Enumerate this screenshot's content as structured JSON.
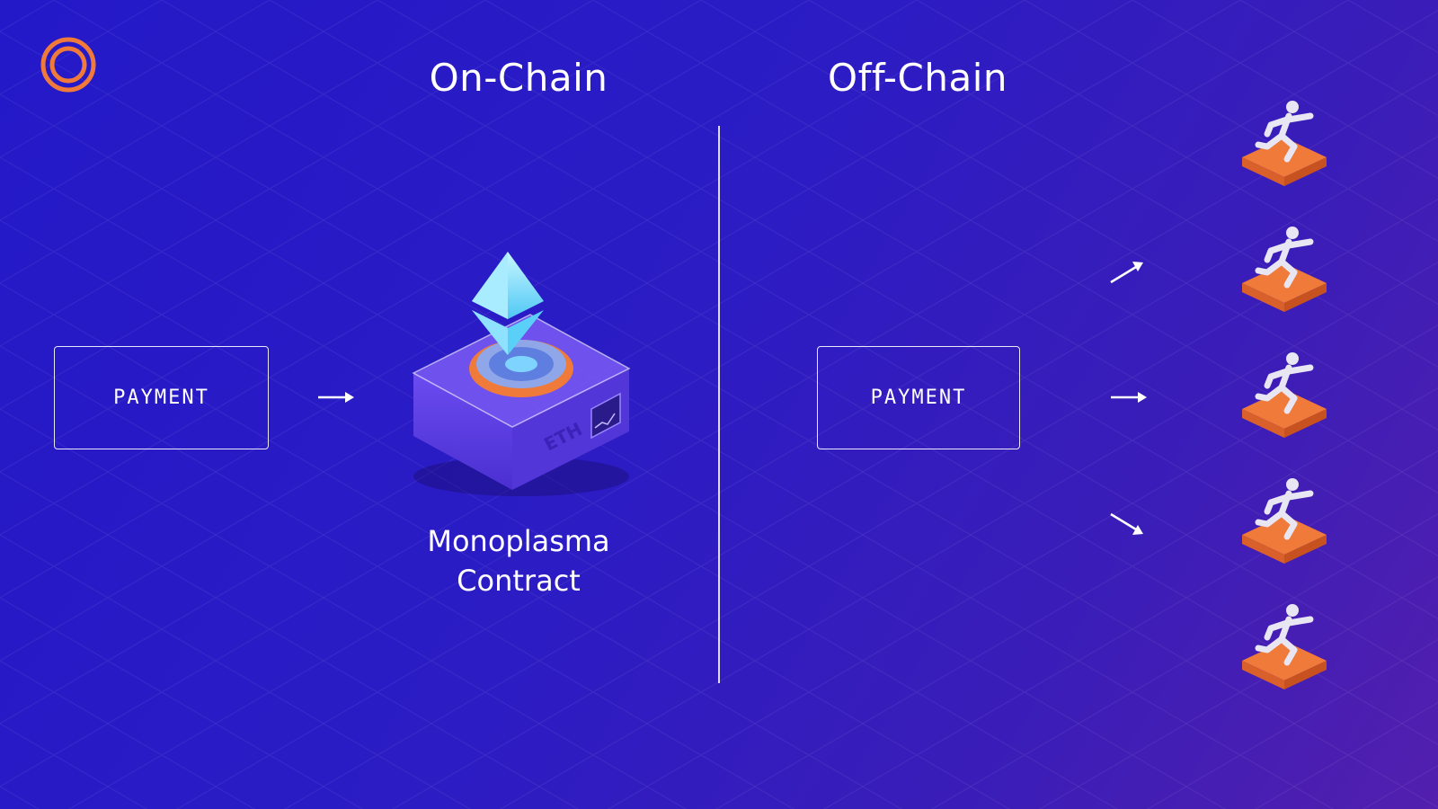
{
  "headings": {
    "on_chain": "On-Chain",
    "off_chain": "Off-Chain"
  },
  "on_chain": {
    "payment_label": "PAYMENT",
    "contract_line1": "Monoplasma",
    "contract_line2": "Contract",
    "contract_badge": "ETH"
  },
  "off_chain": {
    "payment_label": "PAYMENT",
    "recipient_count": 5
  },
  "colors": {
    "background_start": "#2419c8",
    "background_end": "#521fae",
    "accent_orange": "#f07a3a",
    "crystal_cyan": "#7ee3ff",
    "device_purple": "#5a3be0"
  },
  "icons": [
    "streamr-logo-icon",
    "arrow-right-icon",
    "arrow-up-right-icon",
    "arrow-down-right-icon",
    "ethereum-crystal-icon",
    "runner-figure-icon"
  ]
}
